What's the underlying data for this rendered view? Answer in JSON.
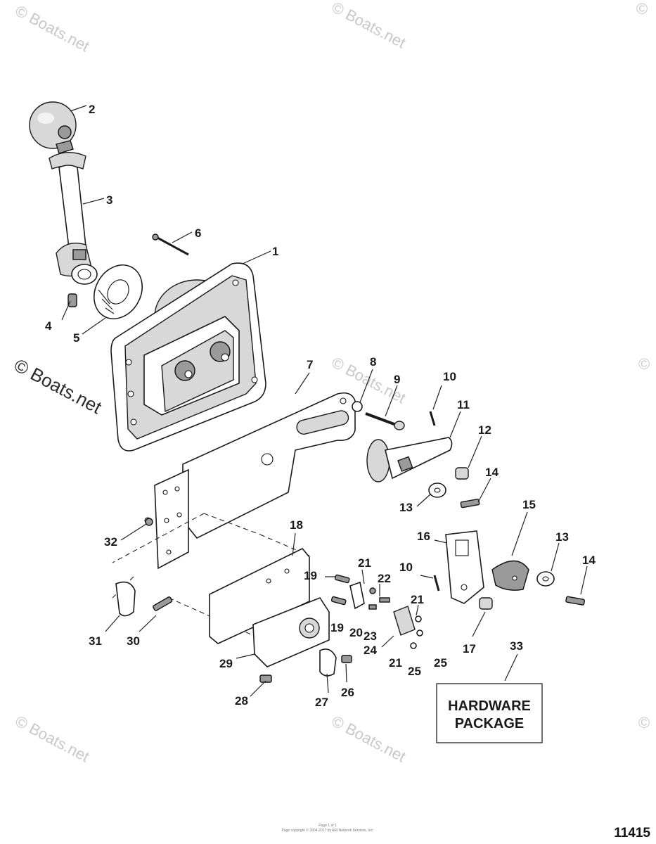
{
  "watermarks": {
    "small": "© Boats.net",
    "large": "© Boats.net"
  },
  "hardware_package": {
    "line1": "HARDWARE",
    "line2": "PACKAGE"
  },
  "figure_number": "11415",
  "footer": {
    "line1": "Page 1 of 1",
    "line2": "Page copyright © 2004-2017 by ARI Network Services, Inc."
  },
  "callouts": {
    "c1": "1",
    "c2": "2",
    "c3": "3",
    "c4": "4",
    "c5": "5",
    "c6": "6",
    "c7": "7",
    "c8": "8",
    "c9": "9",
    "c10a": "10",
    "c10b": "10",
    "c11": "11",
    "c12": "12",
    "c13a": "13",
    "c13b": "13",
    "c14a": "14",
    "c14b": "14",
    "c15": "15",
    "c16": "16",
    "c17": "17",
    "c18": "18",
    "c19a": "19",
    "c19b": "19",
    "c20": "20",
    "c21a": "21",
    "c21b": "21",
    "c21c": "21",
    "c22": "22",
    "c23": "23",
    "c24": "24",
    "c25a": "25",
    "c25b": "25",
    "c26": "26",
    "c27": "27",
    "c28": "28",
    "c29": "29",
    "c30": "30",
    "c31": "31",
    "c32": "32",
    "c33": "33"
  }
}
